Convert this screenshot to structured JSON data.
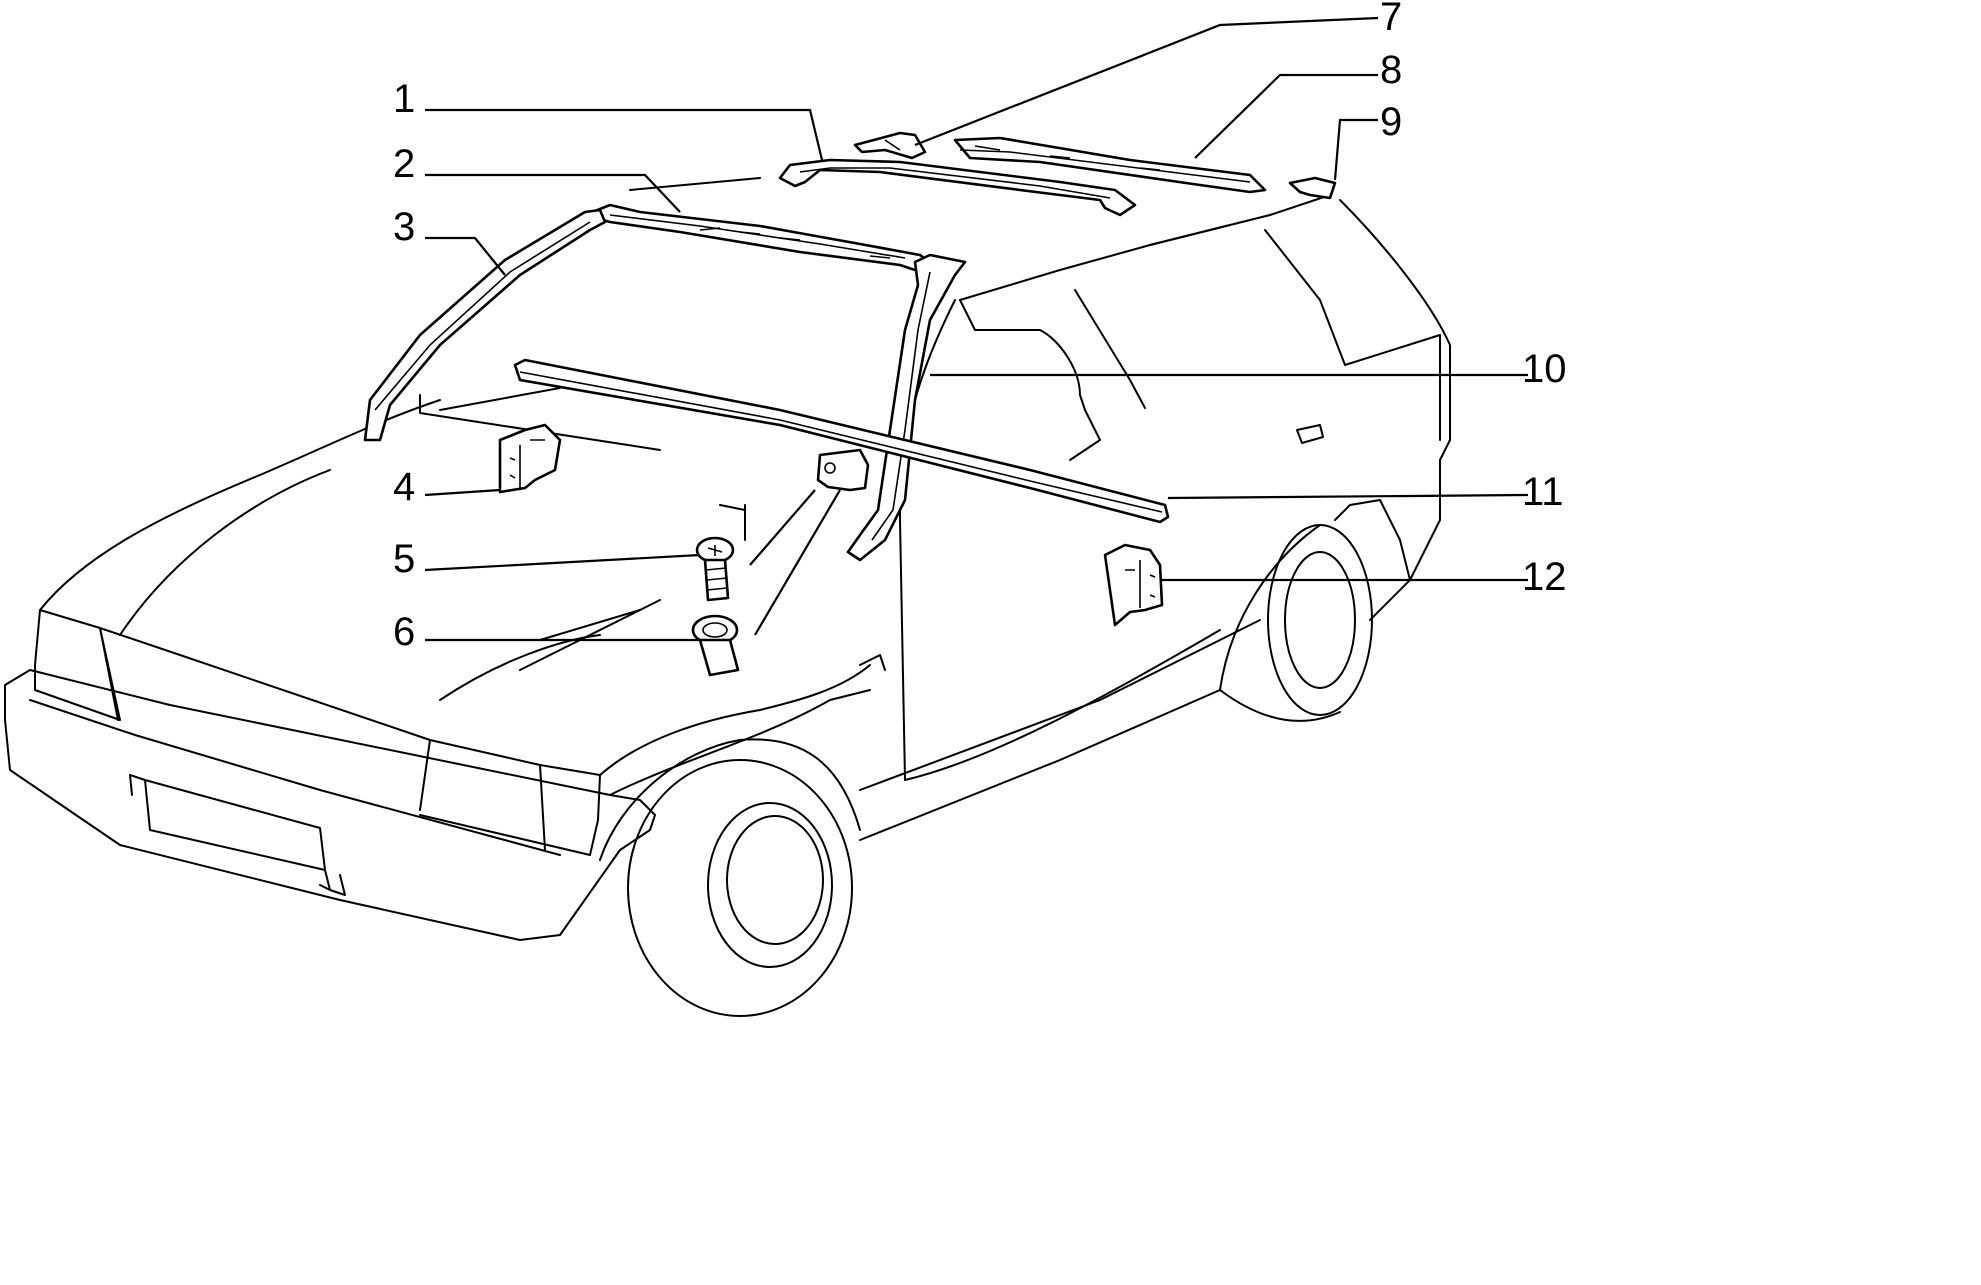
{
  "callouts": [
    {
      "id": "1",
      "label": "1"
    },
    {
      "id": "2",
      "label": "2"
    },
    {
      "id": "3",
      "label": "3"
    },
    {
      "id": "4",
      "label": "4"
    },
    {
      "id": "5",
      "label": "5"
    },
    {
      "id": "6",
      "label": "6"
    },
    {
      "id": "7",
      "label": "7"
    },
    {
      "id": "8",
      "label": "8"
    },
    {
      "id": "9",
      "label": "9"
    },
    {
      "id": "10",
      "label": "10"
    },
    {
      "id": "11",
      "label": "11"
    },
    {
      "id": "12",
      "label": "12"
    }
  ],
  "style": {
    "line_color": "#000000",
    "background": "#ffffff"
  }
}
